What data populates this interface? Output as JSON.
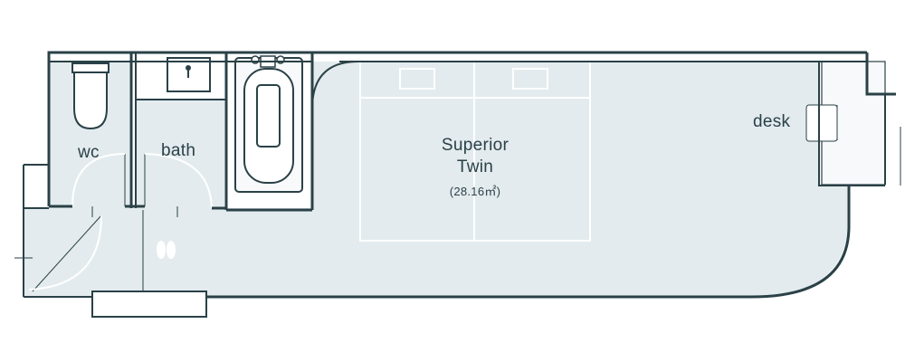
{
  "room": {
    "name_line1": "Superior",
    "name_line2": "Twin",
    "area": "(28.16㎡)"
  },
  "labels": {
    "wc": "wc",
    "bath": "bath",
    "desk": "desk"
  },
  "colors": {
    "wall": "#2a4147",
    "floor": "#e3ebee",
    "line": "#ffffff",
    "fixture": "#f7f9fa"
  }
}
